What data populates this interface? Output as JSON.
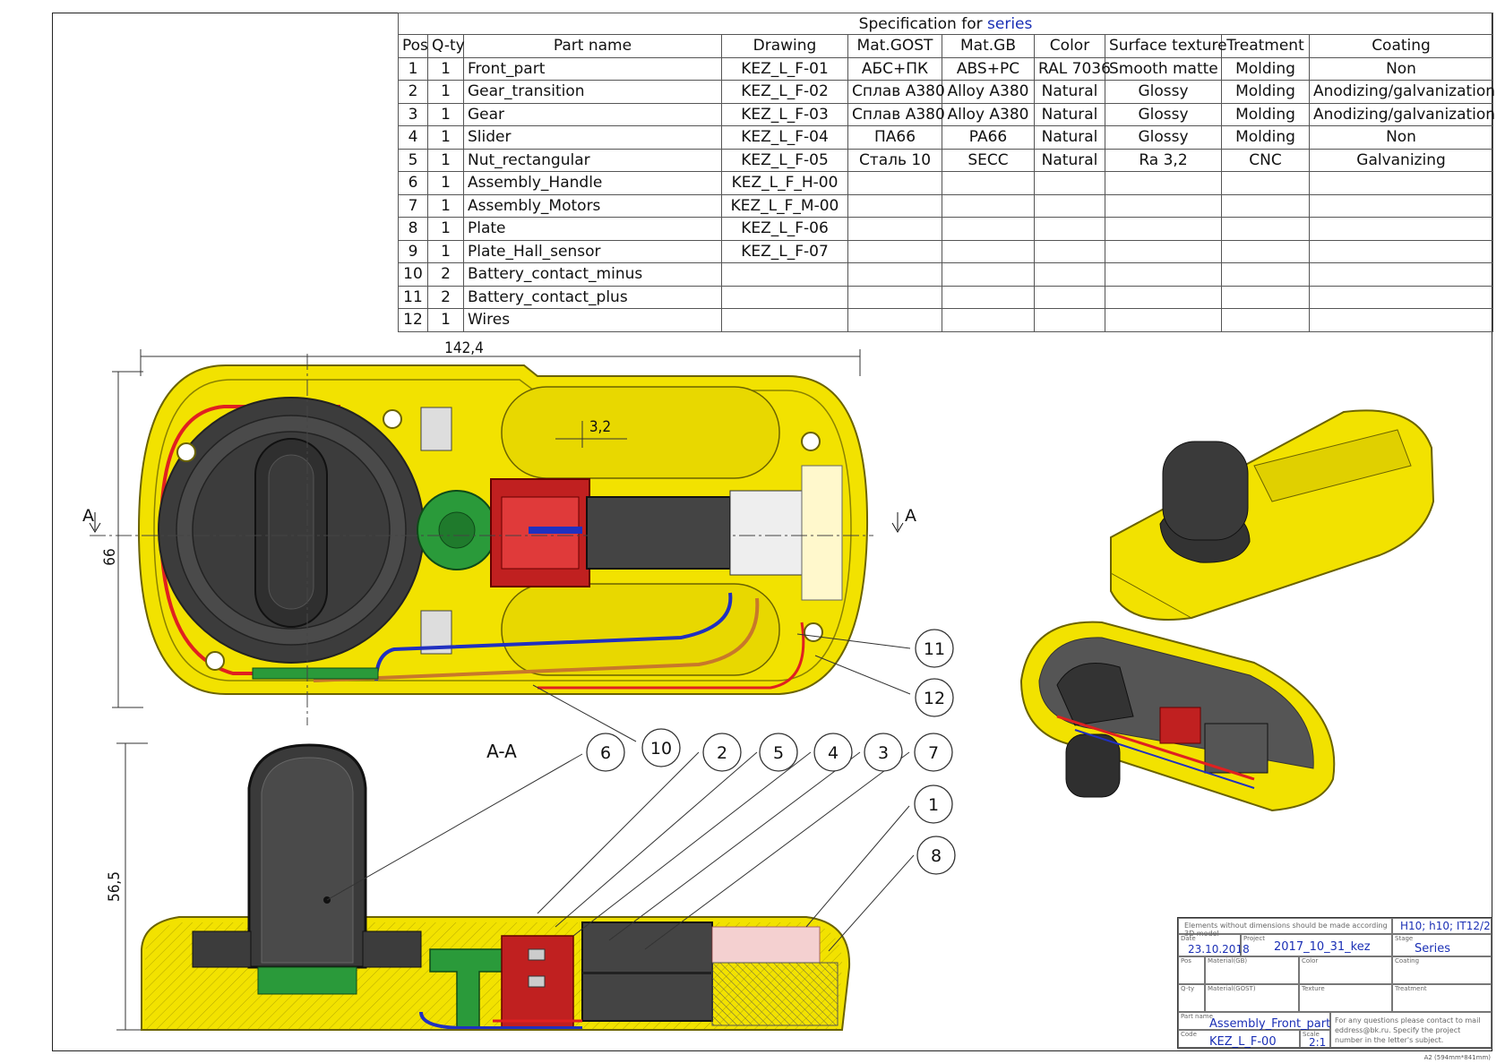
{
  "spec": {
    "title_prefix": "Specification for",
    "title_value": "series",
    "headers": [
      "Pos",
      "Q-ty",
      "Part name",
      "Drawing",
      "Mat.GOST",
      "Mat.GB",
      "Color",
      "Surface texture",
      "Treatment",
      "Coating"
    ],
    "rows": [
      {
        "pos": "1",
        "qty": "1",
        "name": "Front_part",
        "drawing": "KEZ_L_F-01",
        "gost": "АБС+ПК",
        "gb": "ABS+PC",
        "color": "RAL 7036",
        "texture": "Smooth matte",
        "treatment": "Molding",
        "coating": "Non"
      },
      {
        "pos": "2",
        "qty": "1",
        "name": "Gear_transition",
        "drawing": "KEZ_L_F-02",
        "gost": "Сплав А380",
        "gb": "Alloy A380",
        "color": "Natural",
        "texture": "Glossy",
        "treatment": "Molding",
        "coating": "Anodizing/galvanization"
      },
      {
        "pos": "3",
        "qty": "1",
        "name": "Gear",
        "drawing": "KEZ_L_F-03",
        "gost": "Сплав А380",
        "gb": "Alloy A380",
        "color": "Natural",
        "texture": "Glossy",
        "treatment": "Molding",
        "coating": "Anodizing/galvanization"
      },
      {
        "pos": "4",
        "qty": "1",
        "name": "Slider",
        "drawing": "KEZ_L_F-04",
        "gost": "ПА66",
        "gb": "PA66",
        "color": "Natural",
        "texture": "Glossy",
        "treatment": "Molding",
        "coating": "Non"
      },
      {
        "pos": "5",
        "qty": "1",
        "name": "Nut_rectangular",
        "drawing": "KEZ_L_F-05",
        "gost": "Сталь 10",
        "gb": "SECC",
        "color": "Natural",
        "texture": "Ra 3,2",
        "treatment": "CNC",
        "coating": "Galvanizing"
      },
      {
        "pos": "6",
        "qty": "1",
        "name": "Assembly_Handle",
        "drawing": "KEZ_L_F_H-00",
        "gost": "",
        "gb": "",
        "color": "",
        "texture": "",
        "treatment": "",
        "coating": ""
      },
      {
        "pos": "7",
        "qty": "1",
        "name": "Assembly_Motors",
        "drawing": "KEZ_L_F_M-00",
        "gost": "",
        "gb": "",
        "color": "",
        "texture": "",
        "treatment": "",
        "coating": ""
      },
      {
        "pos": "8",
        "qty": "1",
        "name": "Plate",
        "drawing": "KEZ_L_F-06",
        "gost": "",
        "gb": "",
        "color": "",
        "texture": "",
        "treatment": "",
        "coating": ""
      },
      {
        "pos": "9",
        "qty": "1",
        "name": "Plate_Hall_sensor",
        "drawing": "KEZ_L_F-07",
        "gost": "",
        "gb": "",
        "color": "",
        "texture": "",
        "treatment": "",
        "coating": ""
      },
      {
        "pos": "10",
        "qty": "2",
        "name": "Battery_contact_minus",
        "drawing": "",
        "gost": "",
        "gb": "",
        "color": "",
        "texture": "",
        "treatment": "",
        "coating": ""
      },
      {
        "pos": "11",
        "qty": "2",
        "name": "Battery_contact_plus",
        "drawing": "",
        "gost": "",
        "gb": "",
        "color": "",
        "texture": "",
        "treatment": "",
        "coating": ""
      },
      {
        "pos": "12",
        "qty": "1",
        "name": "Wires",
        "drawing": "",
        "gost": "",
        "gb": "",
        "color": "",
        "texture": "",
        "treatment": "",
        "coating": ""
      }
    ]
  },
  "drawing": {
    "dim_width": "142,4",
    "dim_height": "66",
    "dim_gap": "3,2",
    "dim_section_height": "56,5",
    "section_marker": "A",
    "section_title": "A-A",
    "balloons": [
      "11",
      "12",
      "10",
      "6",
      "2",
      "5",
      "4",
      "3",
      "7",
      "1",
      "8"
    ]
  },
  "title_block": {
    "note": "Elements without dimensions should be made according 3D model",
    "tolerance": "H10; h10; IT12/2",
    "date_label": "Date",
    "date": "23.10.2018",
    "project_label": "Project",
    "project": "2017_10_31_kez",
    "stage_label": "Stage",
    "stage": "Series",
    "pos_label": "Pos",
    "material_gb_label": "Material(GB)",
    "color_label": "Color",
    "coating_label": "Coating",
    "qty_label": "Q-ty",
    "material_gost_label": "Material(GOST)",
    "texture_label": "Texture",
    "treatment_label": "Treatment",
    "part_name_label": "Part name",
    "part_name": "Assembly_Front_part",
    "code_label": "Code",
    "code": "KEZ_L_F-00",
    "scale_label": "Scale",
    "scale": "2:1",
    "contact": "For any questions please contact to mail eddress@bk.ru. Specify the project number in the letter's subject.",
    "sheet_size": "A2 (594mm*841mm)"
  },
  "colors": {
    "housing": "#f2e200",
    "housing_stroke": "#6b6300",
    "dark": "#3c3c3c",
    "red": "#e02020",
    "blue": "#2030c0",
    "copper": "#c8782a",
    "green": "#2a9a3a",
    "accent_blue": "#1a2fb5"
  }
}
